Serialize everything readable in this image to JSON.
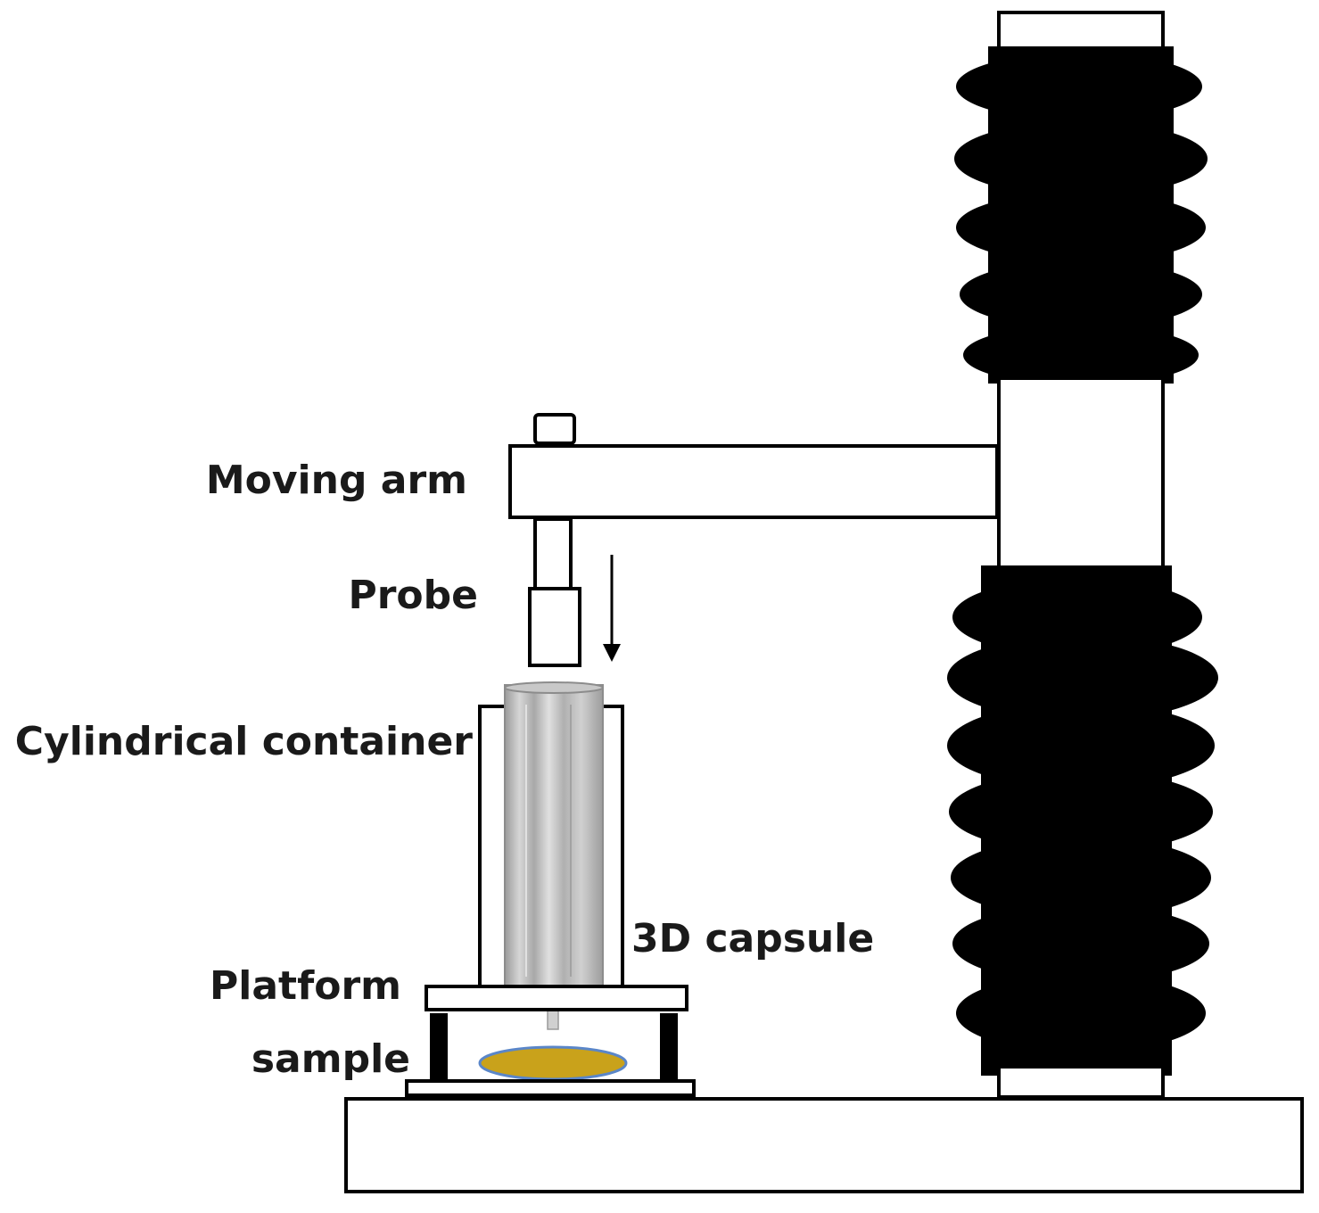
{
  "labels": {
    "moving_arm": "Moving arm",
    "probe": "Probe",
    "cylindrical_container": "Cylindrical container",
    "capsule_3d": "3D capsule",
    "platform": "Platform",
    "sample": "sample"
  },
  "colors": {
    "line": "#000000",
    "background": "#ffffff",
    "bellows": "#000000",
    "sample_fill": "#c9a21b",
    "sample_edge": "#5a86c8",
    "capsule_glass": "#b8b8b8"
  }
}
